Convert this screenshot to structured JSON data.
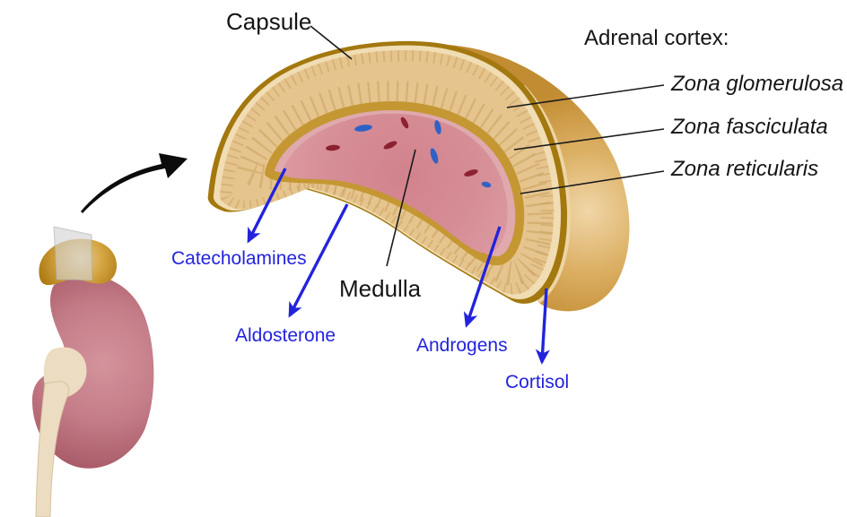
{
  "figure": {
    "description": "Anatomical diagram of the adrenal gland cross-section sitting on a kidney, with cortex zones and secreted hormones labeled"
  },
  "labels": {
    "capsule": "Capsule",
    "adrenal_cortex_heading": "Adrenal cortex:",
    "zona_glomerulosa": "Zona glomerulosa",
    "zona_fasciculata": "Zona fasciculata",
    "zona_reticularis": "Zona reticularis",
    "medulla": "Medulla",
    "catecholamines": "Catecholamines",
    "aldosterone": "Aldosterone",
    "androgens": "Androgens",
    "cortisol": "Cortisol"
  },
  "colors": {
    "background": "#ffffff",
    "text_black": "#151515",
    "hormone_label_blue": "#2323dd",
    "leader_line_black": "#1a1a1a",
    "capsule_dark_gold": "#a3780f",
    "cream_band": "#f0ddb4",
    "cortex_tan": "#e6c48e",
    "striation_tan": "#c9a35f",
    "medulla_ring_gold": "#c49733",
    "medulla_margin_pink": "#dfa9ae",
    "medulla_pink": "#d68d96",
    "medulla_dot_red": "#8e2130",
    "medulla_dot_blue": "#2f62c6",
    "gland_back_gold": "#d3a453",
    "kidney_rose": "#c47d88",
    "ureter_cream": "#ecdcc2",
    "adrenal_cap_gold": "#d4a440",
    "slice_plane_gray": "#d2d2d4"
  }
}
